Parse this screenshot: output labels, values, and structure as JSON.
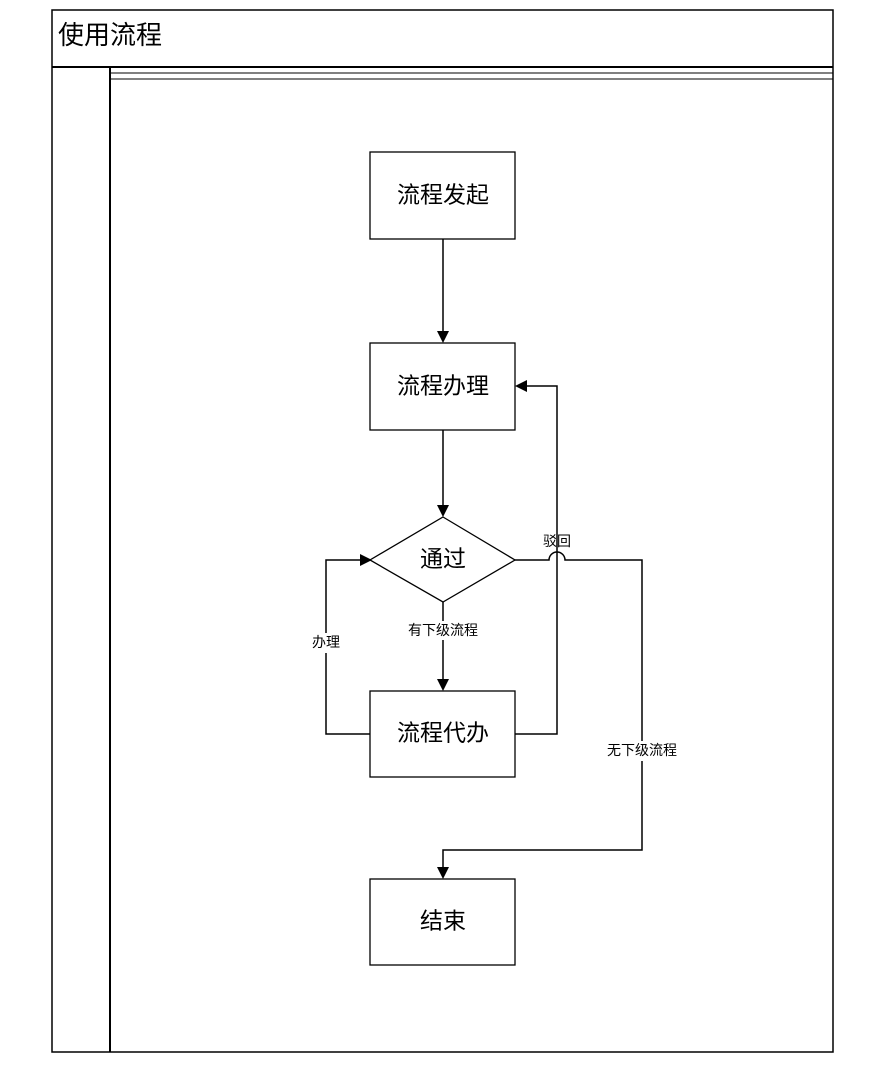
{
  "pool": {
    "title": "使用流程"
  },
  "nodes": {
    "start": "流程发起",
    "handle": "流程办理",
    "decision": "通过",
    "proxy": "流程代办",
    "end": "结束"
  },
  "edges": {
    "has_sub_flow": "有下级流程",
    "handle_back": "办理",
    "reject": "驳回",
    "no_sub_flow": "无下级流程"
  },
  "colors": {
    "line": "#000000",
    "background": "#ffffff"
  }
}
